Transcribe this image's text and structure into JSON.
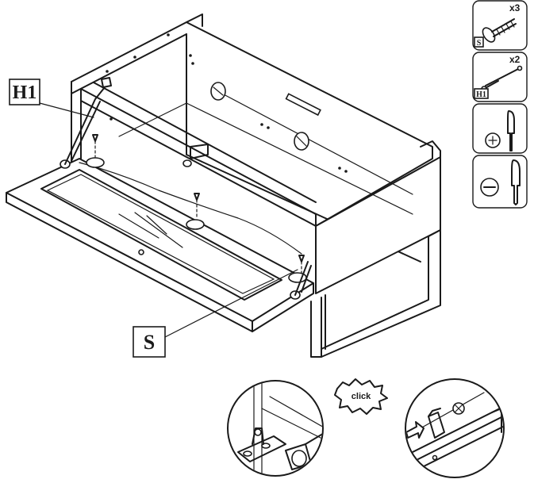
{
  "callouts": {
    "h1": "H1",
    "s": "S"
  },
  "parts_panel": {
    "screw_qty": "x3",
    "screw_code": "S",
    "hinge_qty": "x2",
    "hinge_code": "H1"
  },
  "tools": {
    "phillips": "phillips-screwdriver-icon",
    "flat": "flat-screwdriver-icon"
  },
  "detail": {
    "click_label": "click"
  },
  "colors": {
    "line": "#1a1a1a",
    "background": "#ffffff"
  }
}
